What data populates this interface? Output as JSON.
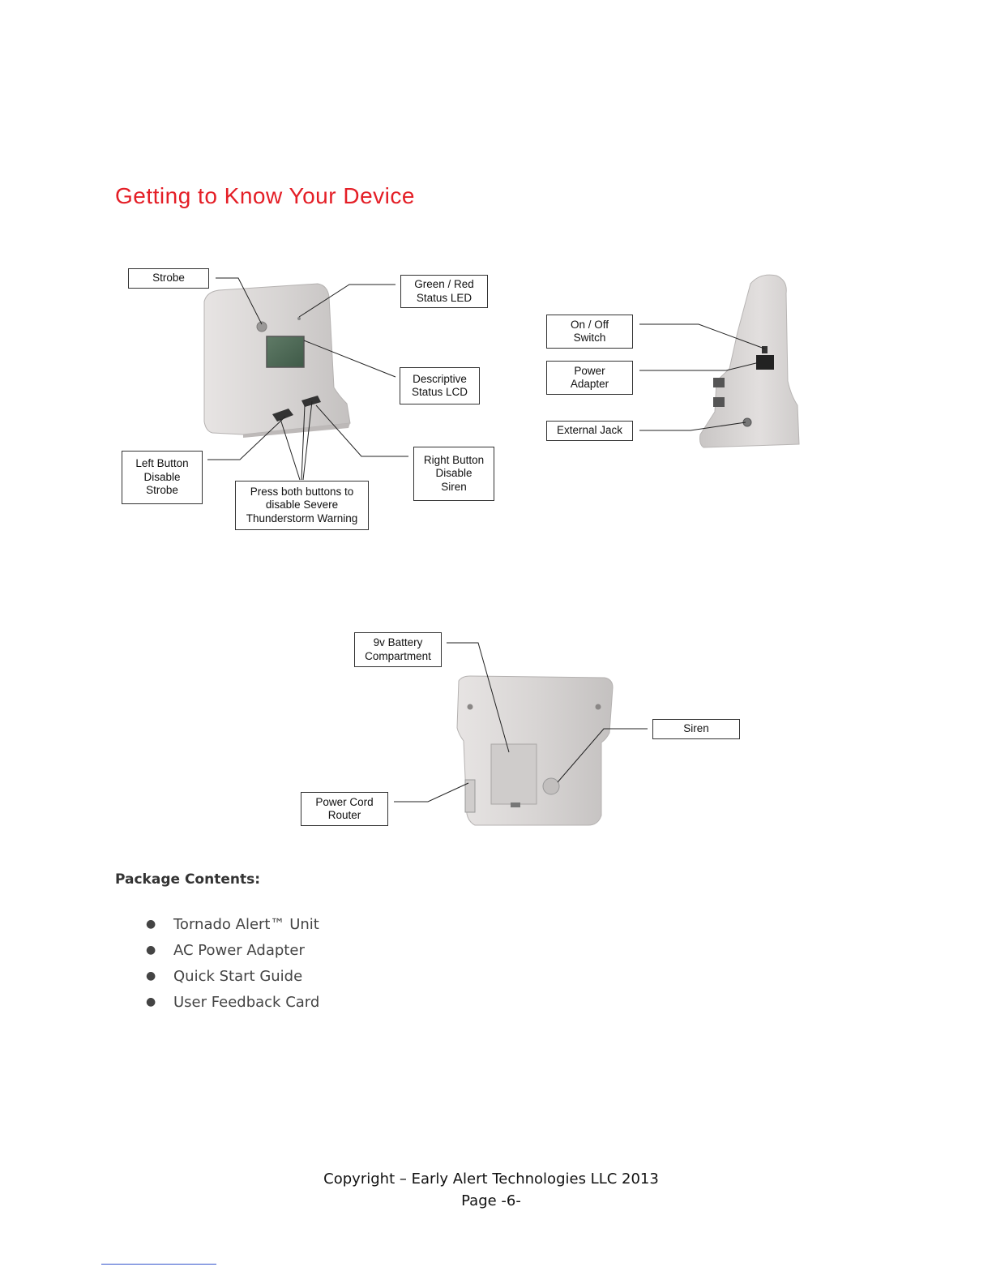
{
  "section_title": "Getting to Know Your Device",
  "front_view": {
    "strobe": "Strobe",
    "status_led": "Green / Red\nStatus LED",
    "status_lcd": "Descriptive\nStatus LCD",
    "left_button": "Left Button\nDisable\nStrobe",
    "both_buttons": "Press both buttons to\ndisable Severe\nThunderstorm  Warning",
    "right_button": "Right Button\nDisable\nSiren"
  },
  "side_view": {
    "on_off": "On / Off\nSwitch",
    "power_adapter": "Power\nAdapter",
    "external_jack": "External Jack"
  },
  "rear_view": {
    "battery": "9v Battery\nCompartment",
    "siren": "Siren",
    "cord_router": "Power  Cord\nRouter"
  },
  "package": {
    "heading": "Package Contents:",
    "items": [
      "Tornado Alert™ Unit",
      "AC Power Adapter",
      "Quick Start Guide",
      "User Feedback Card"
    ]
  },
  "footer": {
    "copyright": "Copyright – Early Alert Technologies LLC 2013",
    "page": "Page -6-"
  }
}
